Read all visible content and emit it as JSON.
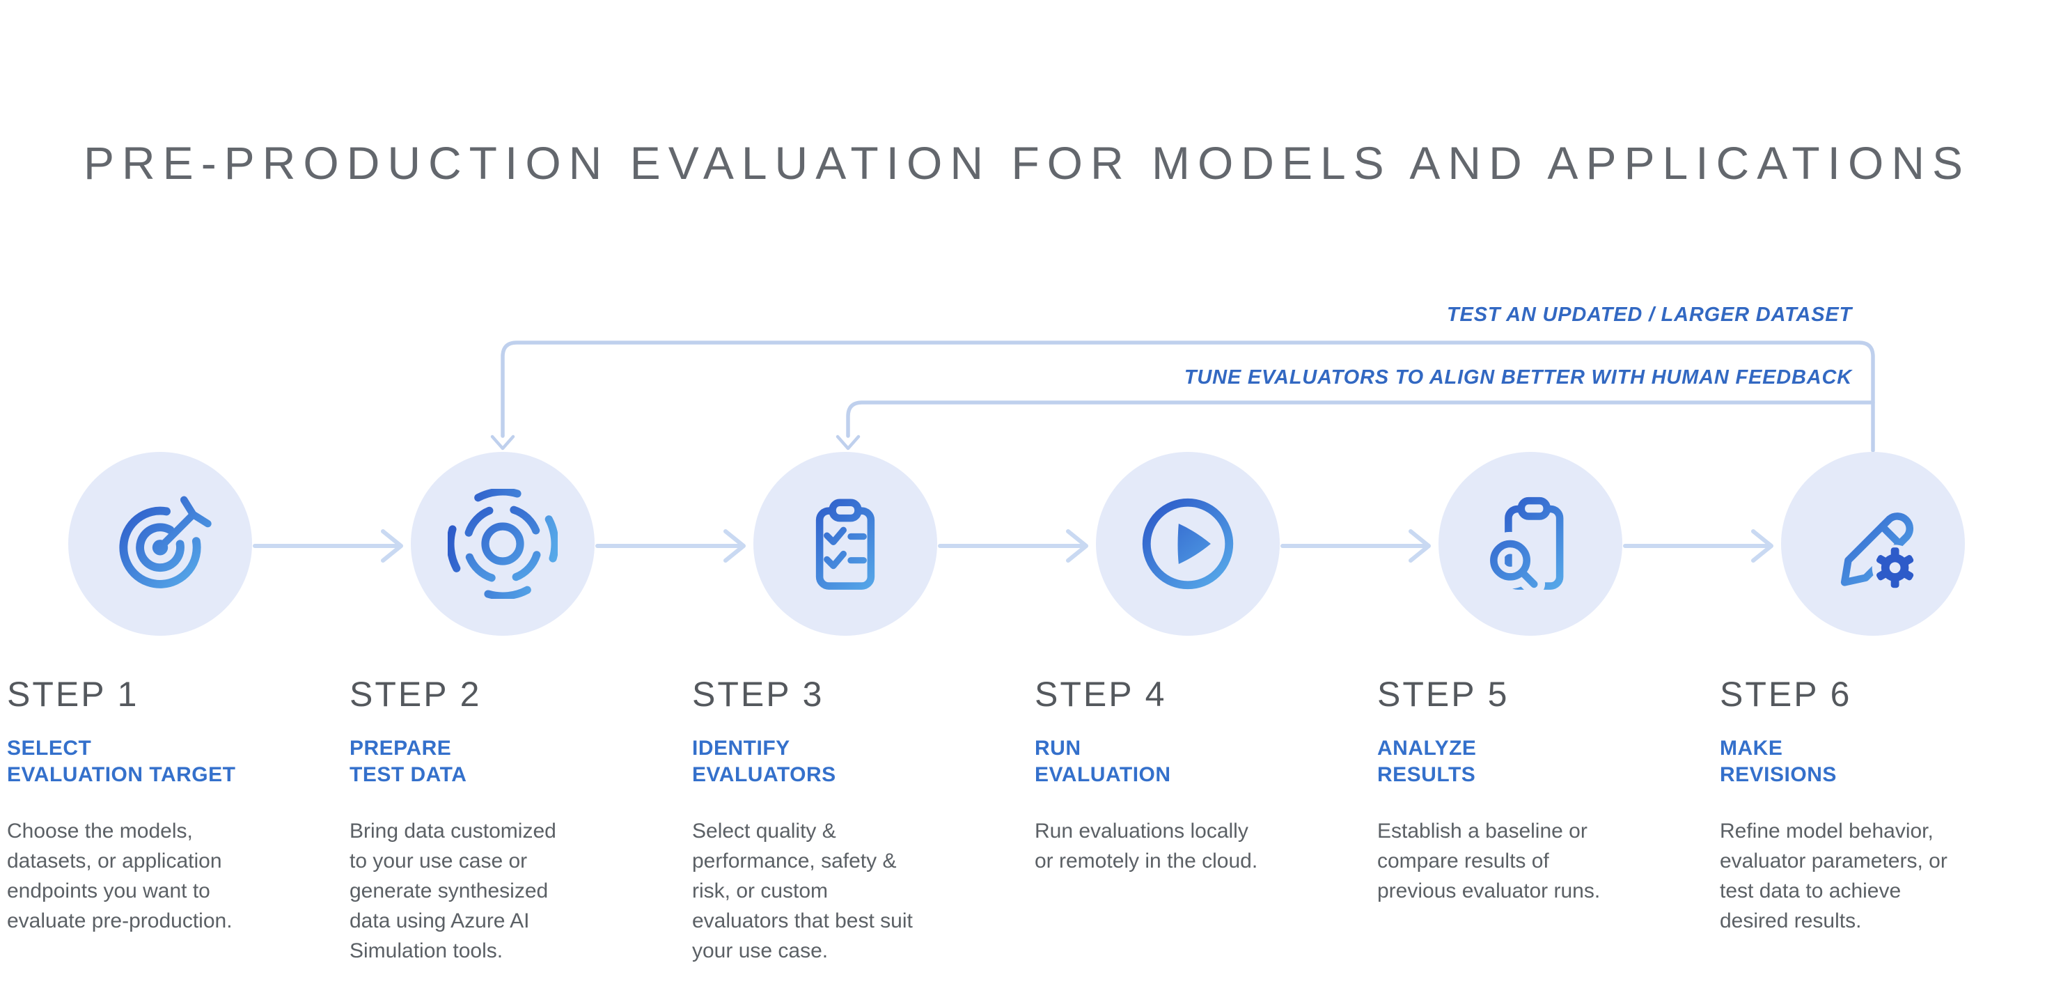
{
  "title": "PRE-PRODUCTION EVALUATION FOR MODELS AND APPLICATIONS",
  "feedback_loops": [
    {
      "label": "TEST AN UPDATED / LARGER DATASET",
      "from_step": "STEP 6",
      "to_step": "STEP 2"
    },
    {
      "label": "TUNE EVALUATORS TO ALIGN BETTER WITH HUMAN FEEDBACK",
      "from_step": "STEP 6",
      "to_step": "STEP 3"
    }
  ],
  "steps": [
    {
      "step_label": "STEP 1",
      "icon": "target-arrow-icon",
      "subtitle_lines": [
        "SELECT",
        "EVALUATION TARGET"
      ],
      "desc_lines": [
        "Choose the models,",
        "datasets, or application",
        "endpoints you want to",
        "evaluate pre-production."
      ]
    },
    {
      "step_label": "STEP 2",
      "icon": "sonar-data-icon",
      "subtitle_lines": [
        "PREPARE",
        "TEST DATA"
      ],
      "desc_lines": [
        "Bring data customized",
        "to your use case or",
        "generate synthesized",
        "data using Azure AI",
        "Simulation tools."
      ]
    },
    {
      "step_label": "STEP 3",
      "icon": "checklist-clipboard-icon",
      "subtitle_lines": [
        "IDENTIFY",
        "EVALUATORS"
      ],
      "desc_lines": [
        "Select quality &",
        "performance, safety &",
        "risk, or custom",
        "evaluators that best suit",
        "your use case."
      ]
    },
    {
      "step_label": "STEP 4",
      "icon": "play-icon",
      "subtitle_lines": [
        "RUN",
        "EVALUATION"
      ],
      "desc_lines": [
        "Run evaluations locally",
        "or remotely in the cloud."
      ]
    },
    {
      "step_label": "STEP 5",
      "icon": "clipboard-search-icon",
      "subtitle_lines": [
        "ANALYZE",
        "RESULTS"
      ],
      "desc_lines": [
        "Establish a baseline or",
        "compare results of",
        "previous evaluator runs."
      ]
    },
    {
      "step_label": "STEP 6",
      "icon": "pencil-gear-icon",
      "subtitle_lines": [
        "MAKE",
        "REVISIONS"
      ],
      "desc_lines": [
        "Refine model behavior,",
        "evaluator parameters, or",
        "test data to achieve",
        "desired results."
      ]
    }
  ],
  "colors": {
    "background": "#FFFFFF",
    "title_text": "#63676D",
    "step_label_text": "#54585D",
    "subtitle_text": "#3470CB",
    "description_text": "#5B6065",
    "loop_label_text": "#3268C2",
    "loop_line": "#BFD0ED",
    "connector": "#C9D9F2",
    "circle_fill": "#E4EAF9",
    "icon_gradient_start": "#2D5BC9",
    "icon_gradient_end": "#58ABEA"
  }
}
